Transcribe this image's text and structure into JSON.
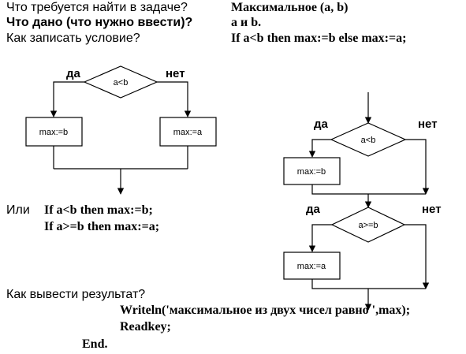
{
  "questions": {
    "q1": "Что требуется найти в задаче?",
    "q2": "Что дано (что нужно ввести)?",
    "q3": "Как записать условие?",
    "a1": "Максимальное (a, b)",
    "a2": "a и b.",
    "a3": "If a<b then max:=b else max:=a;"
  },
  "left_flowchart": {
    "yes": "да",
    "no": "нет",
    "condition": "a<b",
    "box_left": "max:=b",
    "box_right": "max:=a"
  },
  "right_flowchart": {
    "yes1": "да",
    "no1": "нет",
    "condition1": "a<b",
    "box1": "max:=b",
    "yes2": "да",
    "no2": "нет",
    "condition2": "a>=b",
    "box2": "max:=a"
  },
  "or_block": {
    "or_label": "Или",
    "line1": "If a<b then max:=b;",
    "line2": "If a>=b then max:=a;"
  },
  "output": {
    "question": "Как вывести результат?",
    "line1": "Writeln('максимальное из двух чисел равно ',max);",
    "line2": "Readkey;",
    "line3": "End."
  }
}
